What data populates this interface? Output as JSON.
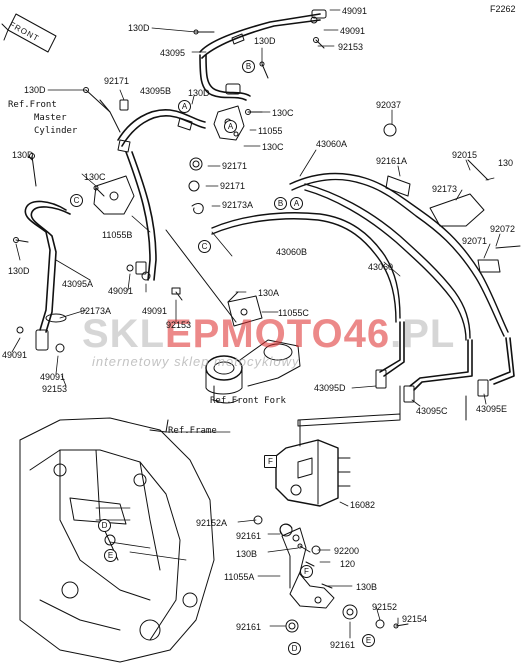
{
  "figure_code": "F2262",
  "front_marker": "FRONT",
  "watermark": {
    "part1": "SKL",
    "highlight": "EPMOTO46",
    "part2": ".PL",
    "tagline": "internetowy sklep motocyklowy"
  },
  "references": {
    "master_cylinder_line1": "Ref.Front",
    "master_cylinder_line2": "Master",
    "master_cylinder_line3": "Cylinder",
    "front_fork": "Ref.Front Fork",
    "frame": "Ref.Frame"
  },
  "callouts": [
    {
      "id": "p-130d-top",
      "label": "130D"
    },
    {
      "id": "p-49091-top1",
      "label": "49091"
    },
    {
      "id": "p-49091-top2",
      "label": "49091"
    },
    {
      "id": "p-43095",
      "label": "43095"
    },
    {
      "id": "p-130d-mid",
      "label": "130D"
    },
    {
      "id": "p-92153-top",
      "label": "92153"
    },
    {
      "id": "p-130d-left",
      "label": "130D"
    },
    {
      "id": "p-92171-a",
      "label": "92171"
    },
    {
      "id": "p-43095b",
      "label": "43095B"
    },
    {
      "id": "p-130d-b",
      "label": "130D"
    },
    {
      "id": "p-130c-a",
      "label": "130C"
    },
    {
      "id": "p-11055",
      "label": "11055"
    },
    {
      "id": "p-130c-b",
      "label": "130C"
    },
    {
      "id": "p-92037",
      "label": "92037"
    },
    {
      "id": "p-43060a",
      "label": "43060A"
    },
    {
      "id": "p-92161a",
      "label": "92161A"
    },
    {
      "id": "p-92015",
      "label": "92015"
    },
    {
      "id": "p-130-right",
      "label": "130"
    },
    {
      "id": "p-92173",
      "label": "92173"
    },
    {
      "id": "p-130d-left2",
      "label": "130D"
    },
    {
      "id": "p-130c-left",
      "label": "130C"
    },
    {
      "id": "p-92171-b",
      "label": "92171"
    },
    {
      "id": "p-92171-c",
      "label": "92171"
    },
    {
      "id": "p-92173a-mid",
      "label": "92173A"
    },
    {
      "id": "p-11055b",
      "label": "11055B"
    },
    {
      "id": "p-130d-lower",
      "label": "130D"
    },
    {
      "id": "p-43060b",
      "label": "43060B"
    },
    {
      "id": "p-92071",
      "label": "92071"
    },
    {
      "id": "p-92072",
      "label": "92072"
    },
    {
      "id": "p-43060",
      "label": "43060"
    },
    {
      "id": "p-43095a",
      "label": "43095A"
    },
    {
      "id": "p-49091-mid",
      "label": "49091"
    },
    {
      "id": "p-49091-mid2",
      "label": "49091"
    },
    {
      "id": "p-130a",
      "label": "130A"
    },
    {
      "id": "p-92173a-left",
      "label": "92173A"
    },
    {
      "id": "p-92153-mid",
      "label": "92153"
    },
    {
      "id": "p-11055c",
      "label": "11055C"
    },
    {
      "id": "p-49091-left",
      "label": "49091"
    },
    {
      "id": "p-49091-left2",
      "label": "49091"
    },
    {
      "id": "p-92153-left",
      "label": "92153"
    },
    {
      "id": "p-43095d",
      "label": "43095D"
    },
    {
      "id": "p-43095c",
      "label": "43095C"
    },
    {
      "id": "p-43095e",
      "label": "43095E"
    },
    {
      "id": "p-16082",
      "label": "16082"
    },
    {
      "id": "p-92152a",
      "label": "92152A"
    },
    {
      "id": "p-92161-a",
      "label": "92161"
    },
    {
      "id": "p-130b-a",
      "label": "130B"
    },
    {
      "id": "p-92200",
      "label": "92200"
    },
    {
      "id": "p-120",
      "label": "120"
    },
    {
      "id": "p-11055a",
      "label": "11055A"
    },
    {
      "id": "p-130b-b",
      "label": "130B"
    },
    {
      "id": "p-92152",
      "label": "92152"
    },
    {
      "id": "p-92154",
      "label": "92154"
    },
    {
      "id": "p-92161-b",
      "label": "92161"
    },
    {
      "id": "p-92161-c",
      "label": "92161"
    }
  ],
  "connectors": [
    "A",
    "B",
    "C",
    "D",
    "E",
    "F"
  ]
}
